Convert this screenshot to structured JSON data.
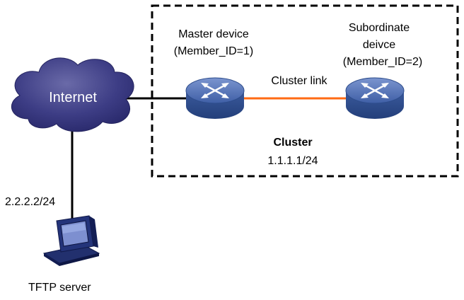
{
  "internet": {
    "label": "Internet"
  },
  "master": {
    "line1": "Master device",
    "line2": "(Member_ID=1)"
  },
  "subordinate": {
    "line1": "Subordinate",
    "line2": "deivce",
    "line3": "(Member_ID=2)"
  },
  "cluster_link": {
    "label": "Cluster link",
    "color": "#ff6a13"
  },
  "cluster": {
    "title": "Cluster",
    "ip": "1.1.1.1/24"
  },
  "tftp_server": {
    "ip": "2.2.2.2/24",
    "label": "TFTP server"
  },
  "colors": {
    "cloud": "#33337a",
    "switch_top": "#4f6fb6",
    "switch_side": "#2f4e8f",
    "pc": "#1c2c6e"
  }
}
